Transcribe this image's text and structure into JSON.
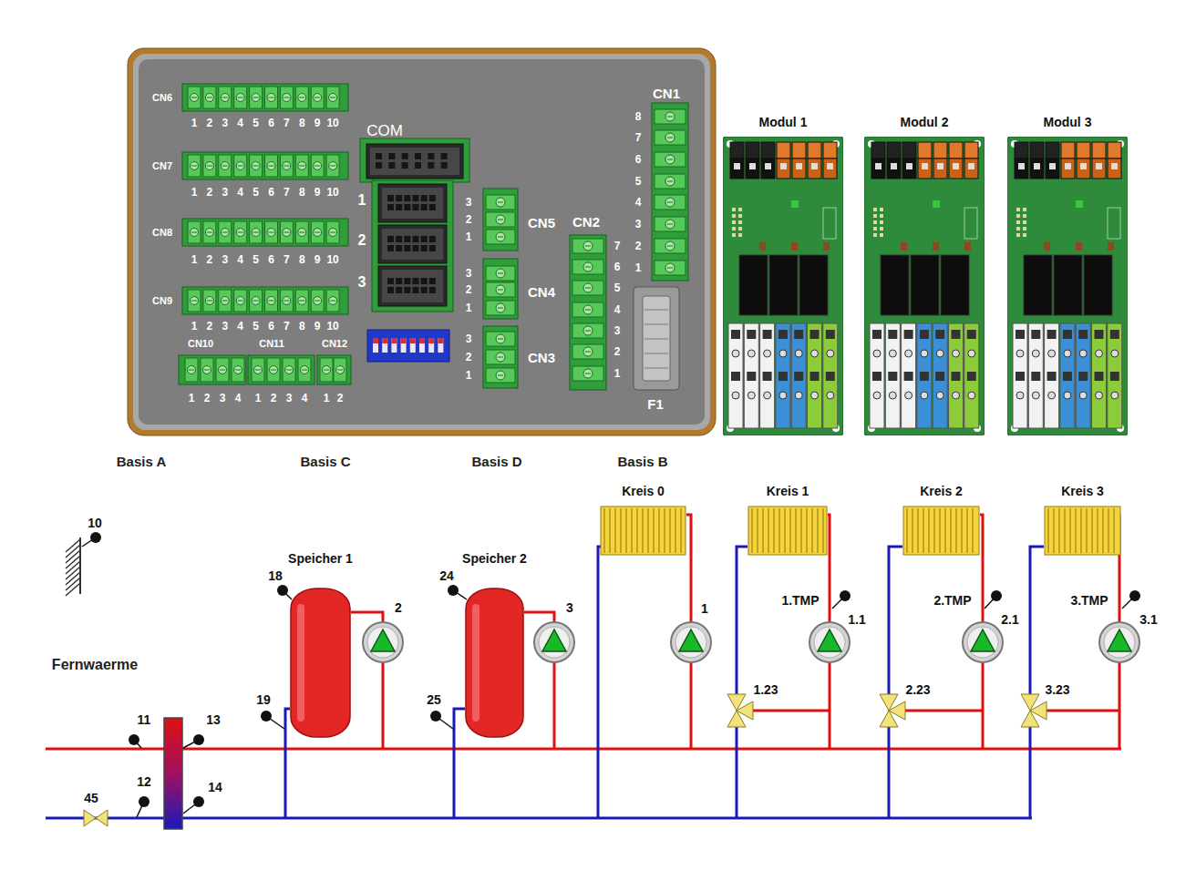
{
  "diagram": {
    "nodes": [
      {
        "text": [
          "Modul 1"
        ]
      },
      {
        "text": [
          "Modul 2"
        ]
      },
      {
        "text": [
          "Modul 3"
        ]
      },
      {
        "text": [
          "Speicher 1"
        ]
      },
      {
        "text": [
          "Speicher 2"
        ]
      },
      {
        "text": [
          "Kreis 0"
        ]
      },
      {
        "text": [
          "Kreis 1"
        ]
      },
      {
        "text": [
          "Kreis 2"
        ]
      },
      {
        "text": [
          "Kreis 3"
        ]
      }
    ],
    "labels": [
      "CN6",
      "1",
      "2",
      "3",
      "4",
      "5",
      "6",
      "7",
      "8",
      "9",
      "10",
      "CN7",
      "1",
      "2",
      "3",
      "4",
      "5",
      "6",
      "7",
      "8",
      "9",
      "10",
      "CN8",
      "1",
      "2",
      "3",
      "4",
      "5",
      "6",
      "7",
      "8",
      "9",
      "10",
      "CN9",
      "1",
      "2",
      "3",
      "4",
      "5",
      "6",
      "7",
      "8",
      "9",
      "10",
      "CN10",
      "CN11",
      "CN12",
      "1",
      "2",
      "3",
      "4",
      "1",
      "2",
      "3",
      "4",
      "1",
      "2",
      "COM",
      "1",
      "2",
      "3",
      "3",
      "2",
      "1",
      "CN5",
      "3",
      "2",
      "1",
      "CN4",
      "3",
      "2",
      "1",
      "CN3",
      "CN2",
      "7",
      "6",
      "5",
      "4",
      "3",
      "2",
      "1",
      "CN1",
      "8",
      "7",
      "6",
      "5",
      "4",
      "3",
      "2",
      "1",
      "F1",
      "Basis A",
      "Basis C",
      "Basis D",
      "Basis B",
      "Fernwaerme",
      "10",
      "11",
      "12",
      "13",
      "14",
      "45",
      "18",
      "19",
      "2",
      "24",
      "25",
      "3",
      "1",
      "1.TMP",
      "1.1",
      "1.23",
      "2.TMP",
      "2.1",
      "2.23",
      "3.TMP",
      "3.1",
      "3.23"
    ]
  }
}
